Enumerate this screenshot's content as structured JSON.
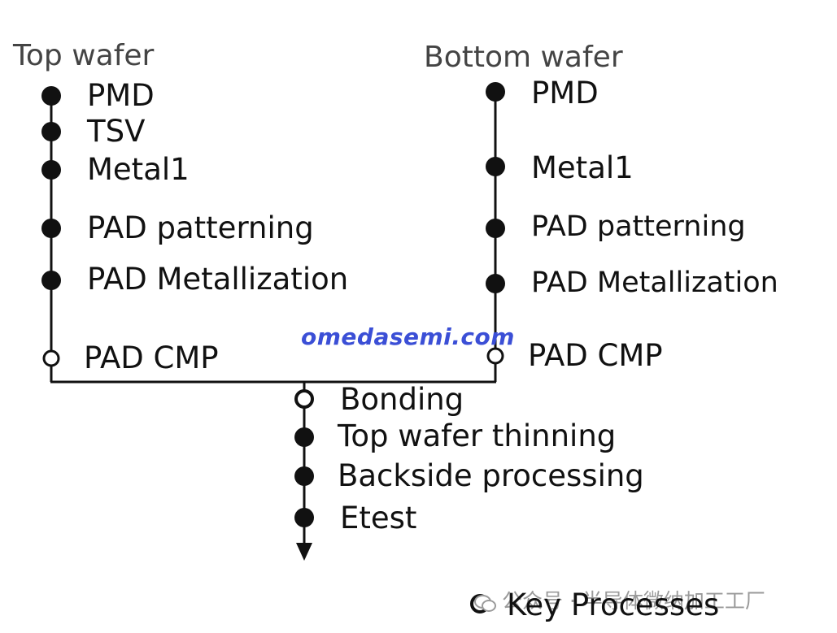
{
  "top_wafer": {
    "title": "Top wafer",
    "steps": [
      {
        "label": "PMD",
        "key": false
      },
      {
        "label": "TSV",
        "key": false
      },
      {
        "label": "Metal1",
        "key": false
      },
      {
        "label": "PAD patterning",
        "key": false
      },
      {
        "label": "PAD Metallization",
        "key": false
      },
      {
        "label": "PAD CMP",
        "key": true
      }
    ]
  },
  "bottom_wafer": {
    "title": "Bottom wafer",
    "steps": [
      {
        "label": "PMD",
        "key": false
      },
      {
        "label": "Metal1",
        "key": false
      },
      {
        "label": "PAD patterning",
        "key": false
      },
      {
        "label": "PAD Metallization",
        "key": false
      },
      {
        "label": "PAD CMP",
        "key": true
      }
    ]
  },
  "merged": {
    "steps": [
      {
        "label": "Bonding",
        "key": true
      },
      {
        "label": "Top wafer thinning",
        "key": false
      },
      {
        "label": "Backside processing",
        "key": false
      },
      {
        "label": "Etest",
        "key": false
      }
    ]
  },
  "legend": {
    "label": "Key Processes",
    "marker": "open-circle"
  },
  "watermark": {
    "text": "omedasemi.com",
    "color": "#3b4fd6"
  },
  "wechat_watermark": {
    "text": "公众号 · 半导体微纳加工工厂",
    "icon": "wechat-icon"
  },
  "colors": {
    "line": "#111111",
    "dot": "#111111",
    "heading": "#444444"
  }
}
